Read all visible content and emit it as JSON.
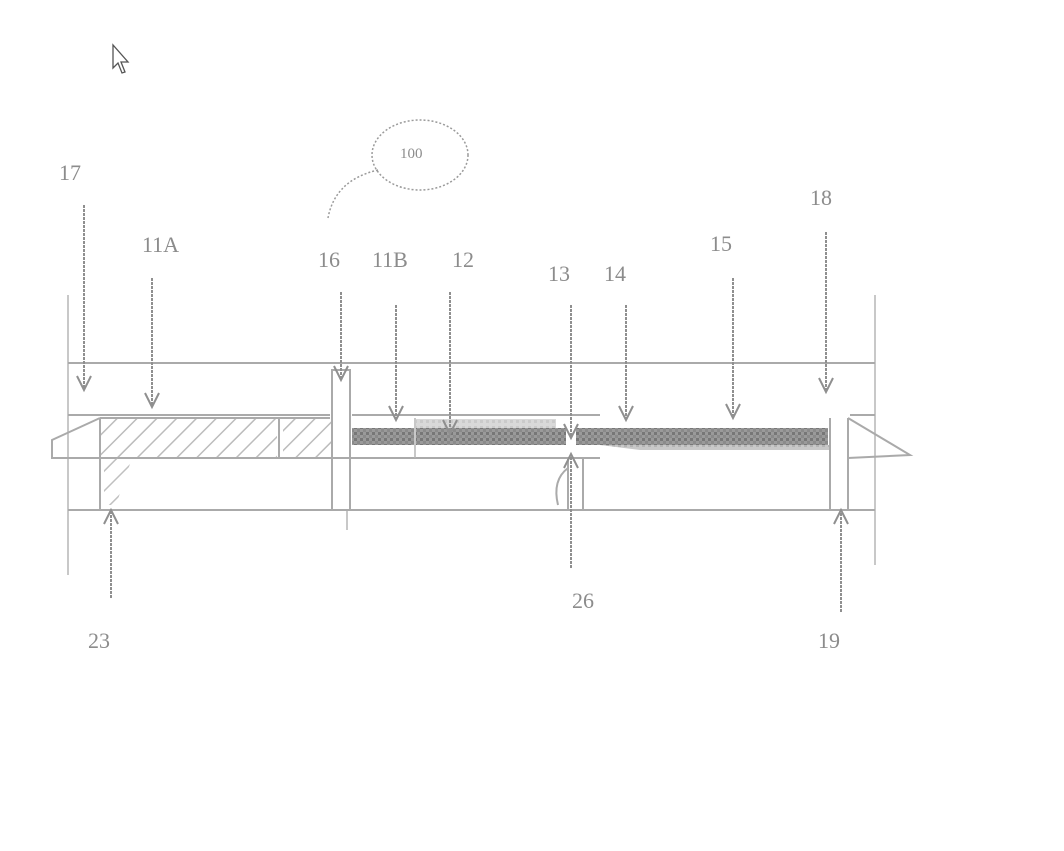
{
  "diagram": {
    "bubble_label": "100",
    "reference_labels": {
      "r17": "17",
      "r11a": "11A",
      "r16": "16",
      "r11b": "11B",
      "r12": "12",
      "r13": "13",
      "r14": "14",
      "r15": "15",
      "r18": "18",
      "r23": "23",
      "r26": "26",
      "r19": "19"
    }
  },
  "colors": {
    "line": "#aaaaaa",
    "text": "#8c8c8c",
    "dark_band": "#8a8a8a",
    "hatch": "#b0b0b0"
  }
}
